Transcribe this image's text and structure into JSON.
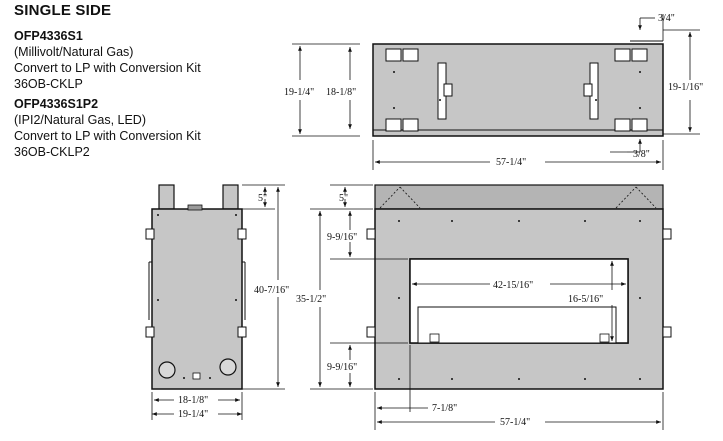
{
  "header": {
    "title": "SINGLE SIDE"
  },
  "models": [
    {
      "name": "OFP4336S1",
      "lines": [
        "(Millivolt/Natural Gas)",
        "Convert to LP with Conversion Kit",
        "36OB-CKLP"
      ]
    },
    {
      "name": "OFP4336S1P2",
      "lines": [
        "(IPI2/Natural Gas, LED)",
        "Convert to LP with Conversion Kit",
        "36OB-CKLP2"
      ]
    }
  ],
  "top_view": {
    "dims": {
      "offset_top": "3/4\"",
      "left_outer": "19-1/4\"",
      "left_inner": "18-1/8\"",
      "right": "19-1/16\"",
      "offset_bottom": "3/8\"",
      "width": "57-1/4\""
    }
  },
  "side_view": {
    "dims": {
      "top": "5\"",
      "height": "40-7/16\"",
      "depth_inner": "18-1/8\"",
      "depth_outer": "19-1/4\""
    }
  },
  "front_view": {
    "dims": {
      "top": "5\"",
      "upper_band": "9-9/16\"",
      "height": "35-1/2\"",
      "lower_band": "9-9/16\"",
      "opening_width": "42-15/16\"",
      "opening_height": "16-5/16\"",
      "offset": "7-1/8\"",
      "width": "57-1/4\""
    }
  },
  "colors": {
    "panel": "#c6c6c6",
    "panel_dark": "#b4b4b4",
    "line": "#111111",
    "opening": "#ffffff"
  }
}
